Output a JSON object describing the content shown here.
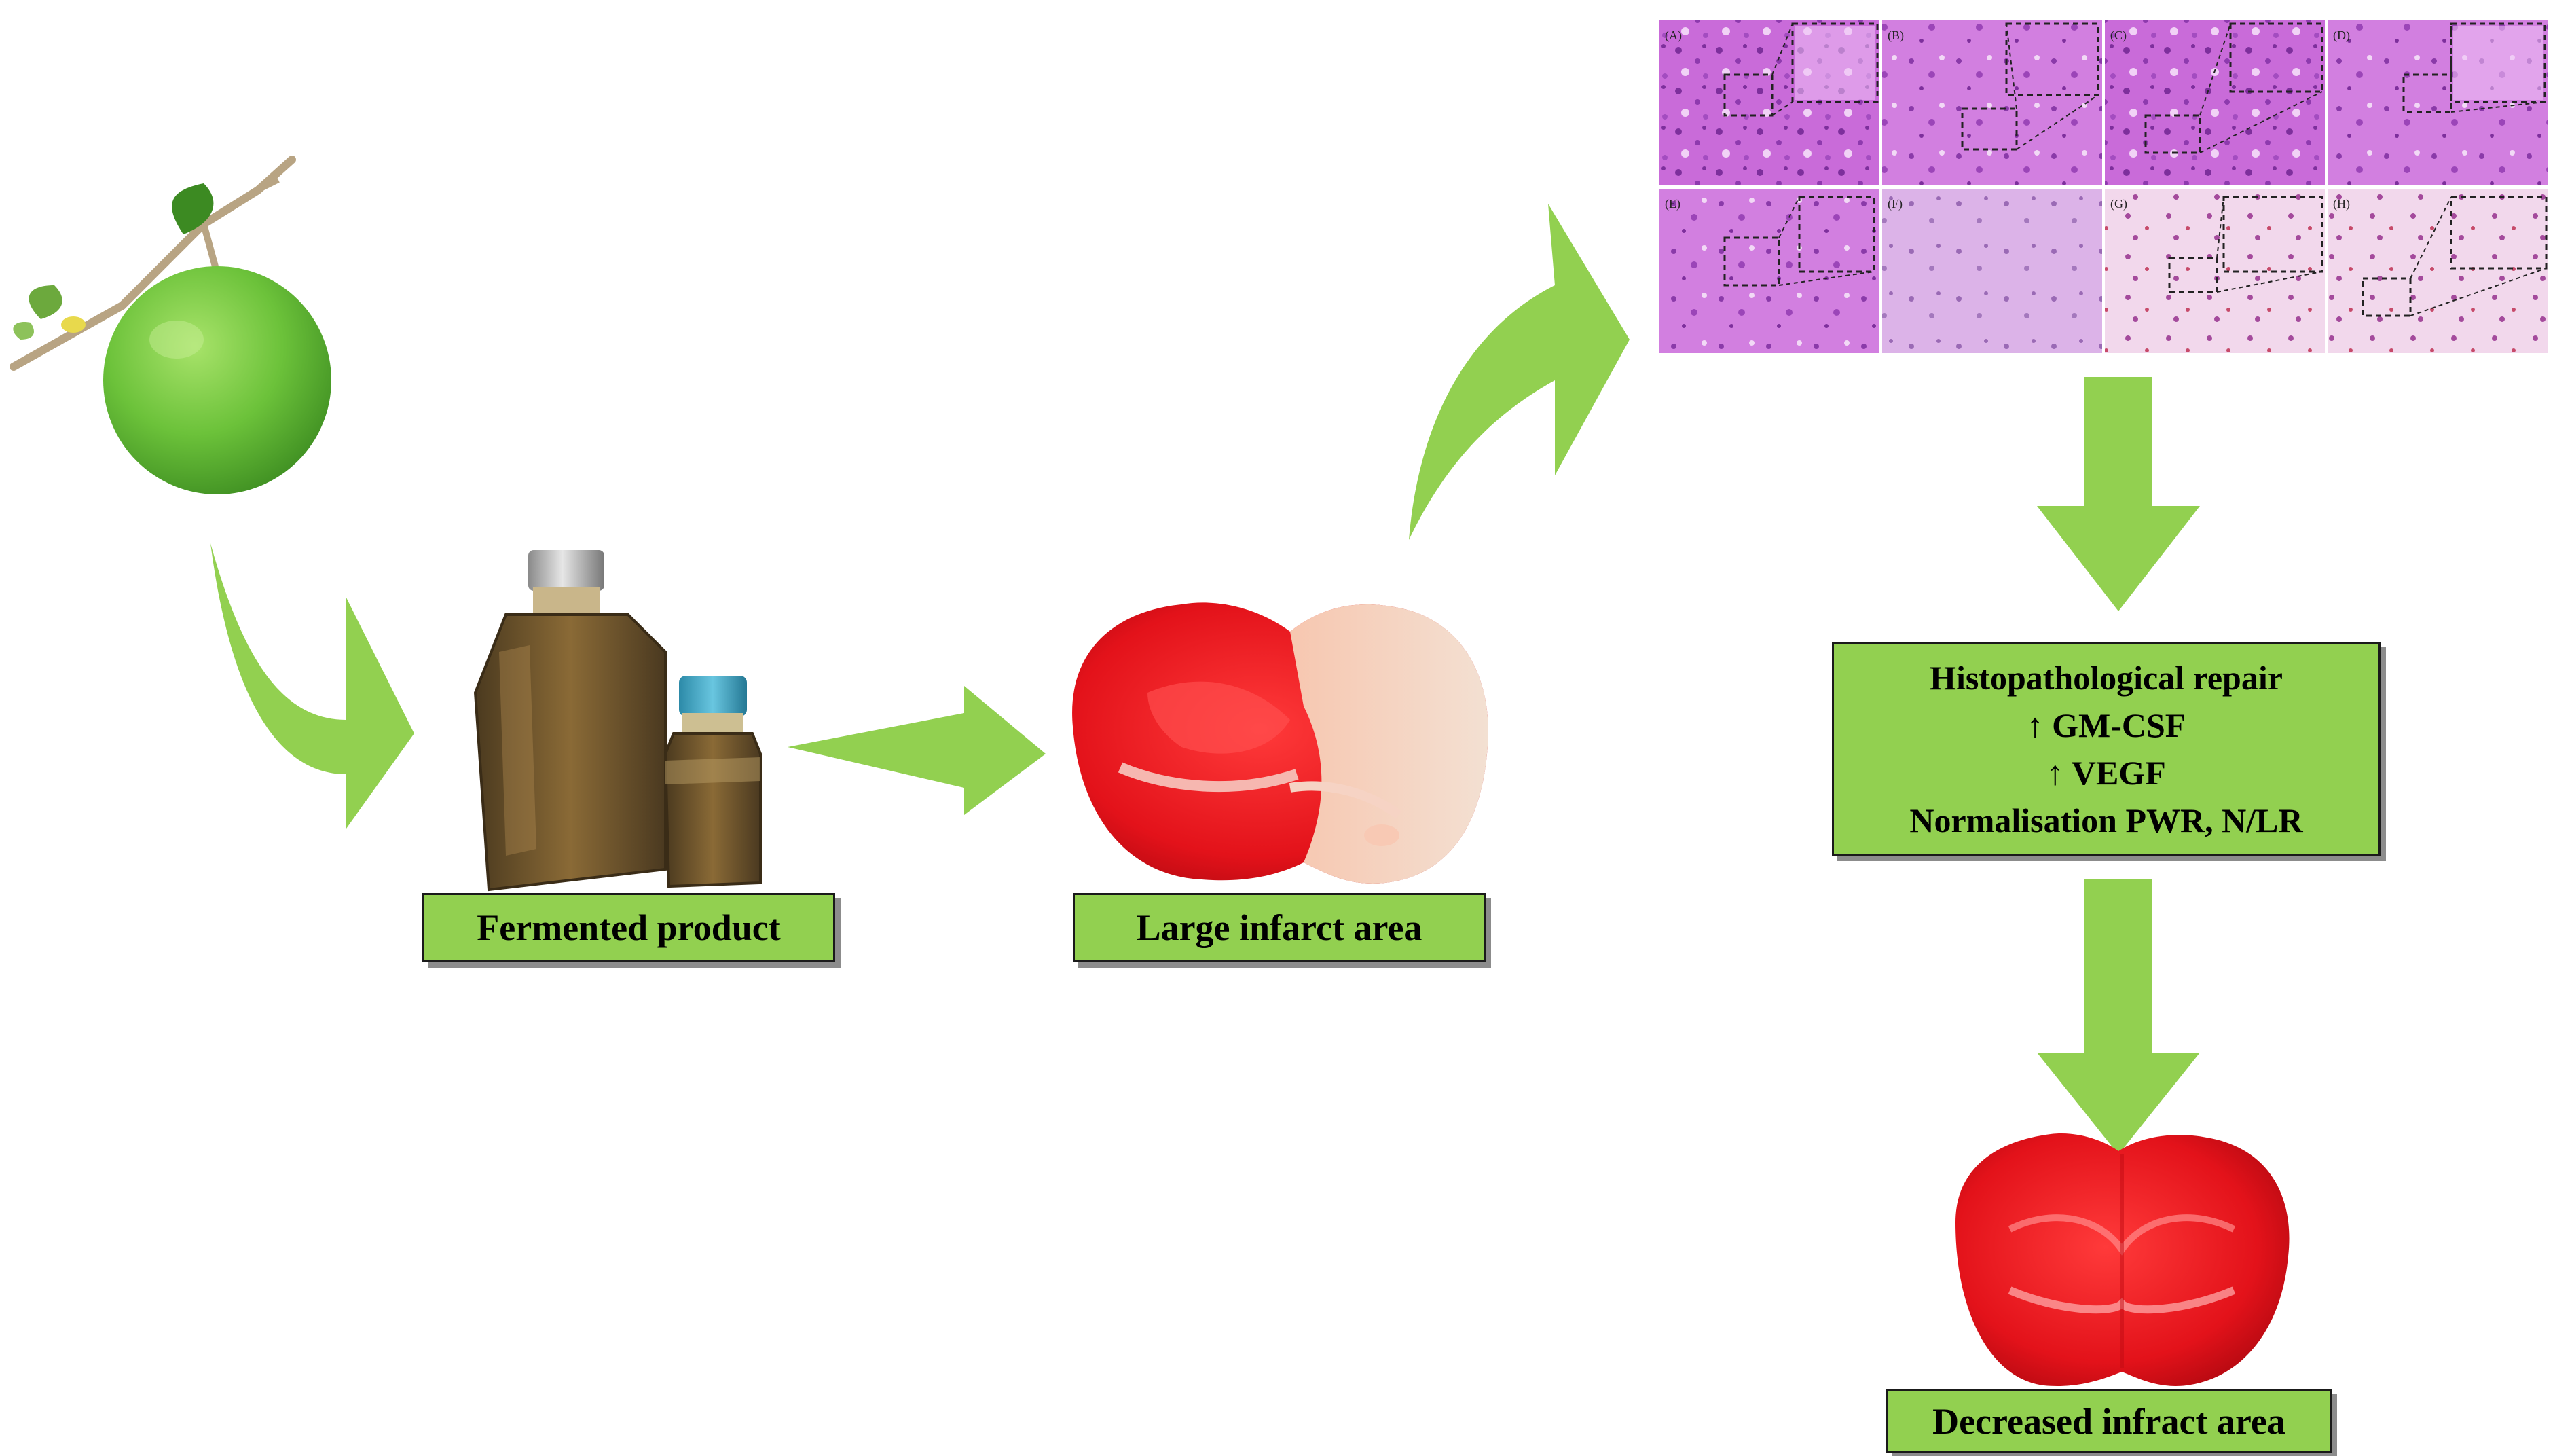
{
  "labels": {
    "fermented_product": "Fermented product",
    "large_infarct": "Large infarct area",
    "decreased_infarct": "Decreased infract area"
  },
  "effects": [
    "Histopathological repair",
    "↑ GM-CSF",
    "↑ VEGF",
    "Normalisation PWR, N/LR"
  ],
  "histology_panels": [
    "(A)",
    "(B)",
    "(C)",
    "(D)",
    "(E)",
    "(F)",
    "(G)",
    "(H)"
  ],
  "colors": {
    "arrow": "#92d050",
    "box_fill": "#92d050",
    "tissue_red": "#e8141c",
    "infarct_pale": "#f2d2c0",
    "fruit_green": "#7ac943",
    "stain_purple": "#c56ad8"
  },
  "icons": [
    "lime-fruit-icon",
    "fermented-bottles-icon",
    "brain-slice-icon",
    "histology-grid-icon"
  ]
}
